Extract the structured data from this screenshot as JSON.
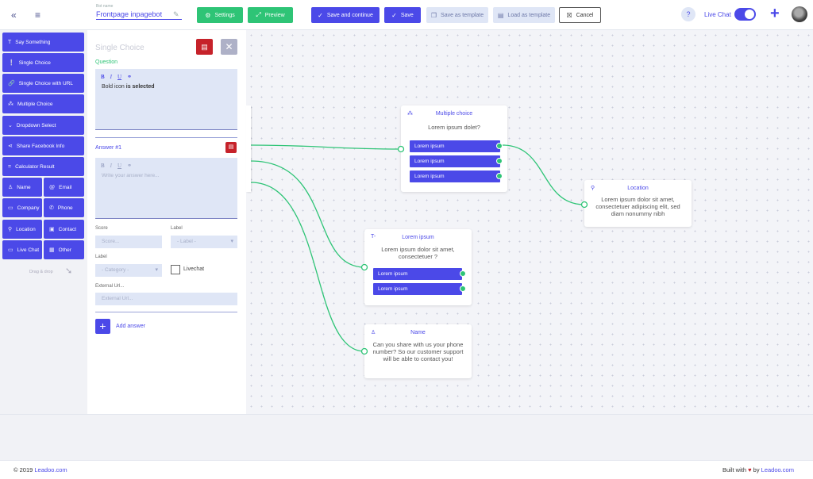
{
  "colors": {
    "accent": "#4b49e8",
    "green": "#2ec476",
    "danger": "#c6222a",
    "light": "#dfe6f6"
  },
  "topbar": {
    "bot_name_label": "Bot name",
    "bot_name_value": "Frontpage inpagebot",
    "settings_label": "Settings",
    "preview_label": "Preview",
    "save_continue_label": "Save and continue",
    "save_label": "Save",
    "save_template_label": "Save as template",
    "load_template_label": "Load as template",
    "cancel_label": "Cancel",
    "help_label": "?",
    "livechat_label": "Live Chat",
    "livechat_on": true
  },
  "sidebar": {
    "items": [
      {
        "label": "Say Something",
        "icon": "T"
      },
      {
        "label": "Single Choice",
        "icon": "❕"
      },
      {
        "label": "Single Choice with URL",
        "icon": "🔗"
      },
      {
        "label": "Multiple Choice",
        "icon": "⁂"
      },
      {
        "label": "Dropdown Select",
        "icon": "⌄"
      },
      {
        "label": "Share Facebook Info",
        "icon": "⋖"
      },
      {
        "label": "Calculator Result",
        "icon": "="
      },
      {
        "label": "Name",
        "icon": "♙"
      },
      {
        "label": "Email",
        "icon": "@"
      },
      {
        "label": "Company",
        "icon": "▭"
      },
      {
        "label": "Phone",
        "icon": "✆"
      },
      {
        "label": "Location",
        "icon": "⚲"
      },
      {
        "label": "Contact",
        "icon": "▣"
      },
      {
        "label": "Live Chat",
        "icon": "▭"
      },
      {
        "label": "Other",
        "icon": "▦"
      }
    ],
    "drag_drop_label": "Drag & drop"
  },
  "editor": {
    "title": "Single Choice",
    "question_label": "Question",
    "question_text_prefix": "Bold icon ",
    "question_text_bold": "is selected",
    "answer_label": "Answer #1",
    "answer_placeholder": "Write your answer here...",
    "score_label": "Score",
    "score_placeholder": "Score...",
    "label_label": "Label",
    "label_placeholder": "- Label -",
    "category_label": "Label",
    "category_placeholder": "- Category -",
    "livechat_checkbox_label": "Livechat",
    "external_url_label": "External Url...",
    "external_url_placeholder": "External Url...",
    "add_answer_label": "Add answer"
  },
  "nodes": {
    "multiple_choice": {
      "title": "Multiple choice",
      "body": "Lorem ipsum dolet?",
      "options": [
        "Lorem ipsum",
        "Lorem ipsum",
        "Lorem ipsum"
      ]
    },
    "location": {
      "title": "Location",
      "body": "Lorem ipsum dolor sit amet, consectetuer adipiscing elit, sed diam nonummy nibh"
    },
    "lorem": {
      "title": "Lorem ipsum",
      "body": "Lorem ipsum dolor sit amet, consectetuer ?",
      "options": [
        "Lorem ipsum",
        "Lorem ipsum"
      ]
    },
    "name": {
      "title": "Name",
      "body": "Can you share with us your phone number? So our customer support will be able to contact you!"
    }
  },
  "footer": {
    "copyright": "© 2019 ",
    "copyright_link": "Leadoo.com",
    "built_with": "Built with ",
    "built_by": " by ",
    "built_link": "Leadoo.com"
  }
}
